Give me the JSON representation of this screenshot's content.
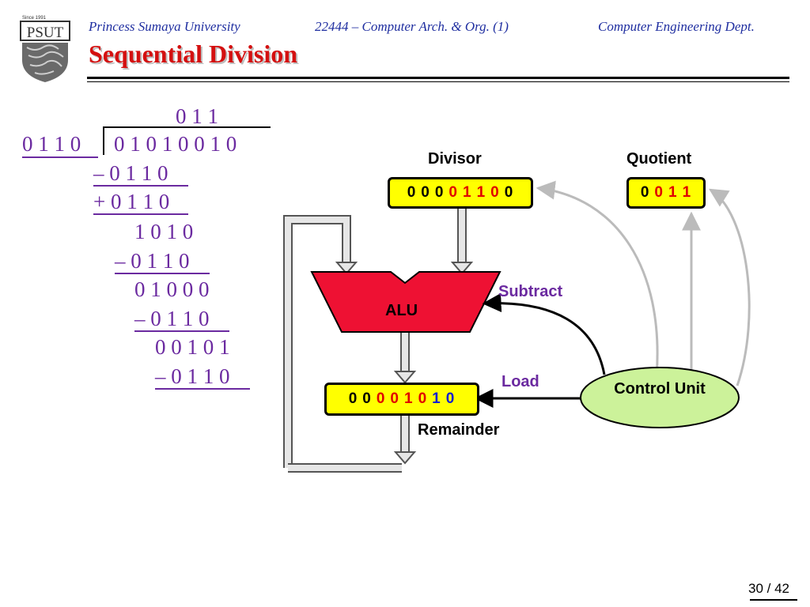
{
  "header": {
    "university": "Princess Sumaya University",
    "course": "22444 – Computer Arch. & Org. (1)",
    "department": "Computer Engineering Dept.",
    "logo_text": "PSUT",
    "logo_since": "Since 1991"
  },
  "title": "Sequential Division",
  "division": {
    "quotient": "0 1 1",
    "divisor": "0 1 1 0",
    "dividend": "0 1 0 1 0 0 1 0",
    "steps": [
      "– 0 1 1 0",
      "+ 0 1 1 0",
      "1 0 1 0",
      "– 0 1 1 0",
      "0 1 0 0 0",
      "– 0 1 1 0",
      "0 0 1 0 1",
      "– 0 1 1 0"
    ]
  },
  "diagram": {
    "divisor_label": "Divisor",
    "quotient_label": "Quotient",
    "alu_label": "ALU",
    "subtract_label": "Subtract",
    "load_label": "Load",
    "remainder_label": "Remainder",
    "control_unit_label": "Control Unit",
    "divisor_digits": [
      {
        "d": "0",
        "c": "d0"
      },
      {
        "d": "0",
        "c": "d0"
      },
      {
        "d": "0",
        "c": "d0"
      },
      {
        "d": "0",
        "c": "d1"
      },
      {
        "d": "1",
        "c": "d1"
      },
      {
        "d": "1",
        "c": "d1"
      },
      {
        "d": "0",
        "c": "d1"
      },
      {
        "d": "0",
        "c": "d0"
      }
    ],
    "quotient_digits": [
      {
        "d": "0",
        "c": "d0"
      },
      {
        "d": "0",
        "c": "d1"
      },
      {
        "d": "1",
        "c": "d1"
      },
      {
        "d": "1",
        "c": "d1"
      }
    ],
    "remainder_digits": [
      {
        "d": "0",
        "c": "d0"
      },
      {
        "d": "0",
        "c": "d0"
      },
      {
        "d": "0",
        "c": "d1"
      },
      {
        "d": "0",
        "c": "d1"
      },
      {
        "d": "1",
        "c": "d1"
      },
      {
        "d": "0",
        "c": "d1"
      },
      {
        "d": "1",
        "c": "d2"
      },
      {
        "d": "0",
        "c": "d2"
      }
    ]
  },
  "page_number": "30 / 42",
  "colors": {
    "alu": "#ee1133",
    "register": "#ffff00",
    "control": "#ccf29a",
    "accent": "#6b2aa0",
    "title": "#d41010"
  }
}
